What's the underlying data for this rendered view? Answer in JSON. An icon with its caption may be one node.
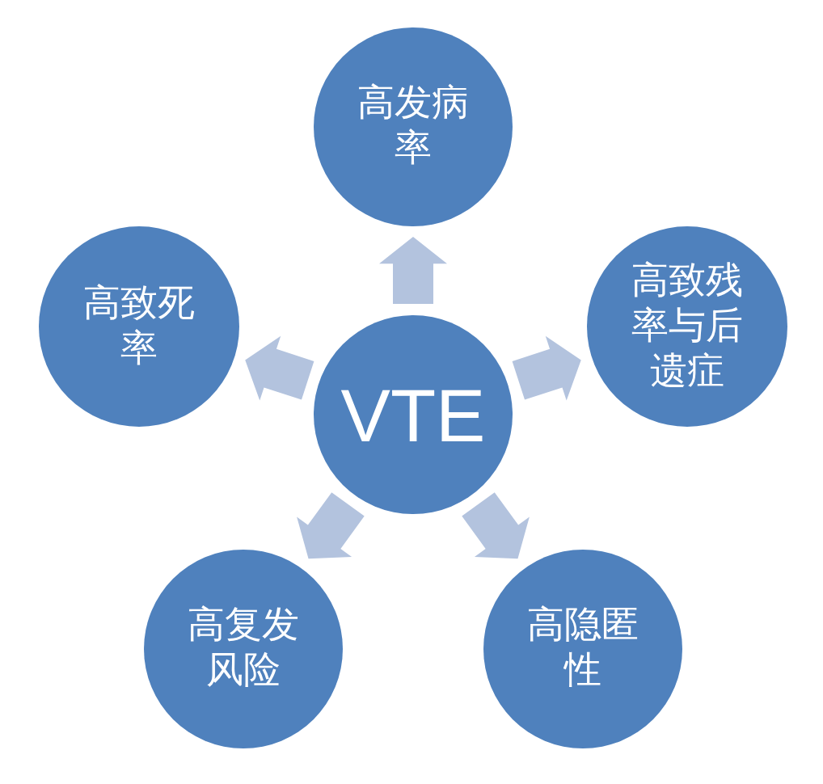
{
  "diagram": {
    "nodes": [
      {
        "text": [
          "高发病率"
        ]
      },
      {
        "text": [
          "高致死率"
        ]
      },
      {
        "text": [
          "高致残率与后遗症"
        ]
      },
      {
        "text": [
          "VTE"
        ]
      },
      {
        "text": [
          "高复发风险"
        ]
      },
      {
        "text": [
          "高隐匿性"
        ]
      }
    ],
    "edges": [
      {
        "from": 3,
        "to": 0,
        "arrow": "to"
      },
      {
        "from": 3,
        "to": 1,
        "arrow": "to"
      },
      {
        "from": 3,
        "to": 2,
        "arrow": "to"
      },
      {
        "from": 3,
        "to": 4,
        "arrow": "to"
      },
      {
        "from": 3,
        "to": 5,
        "arrow": "to"
      }
    ]
  }
}
